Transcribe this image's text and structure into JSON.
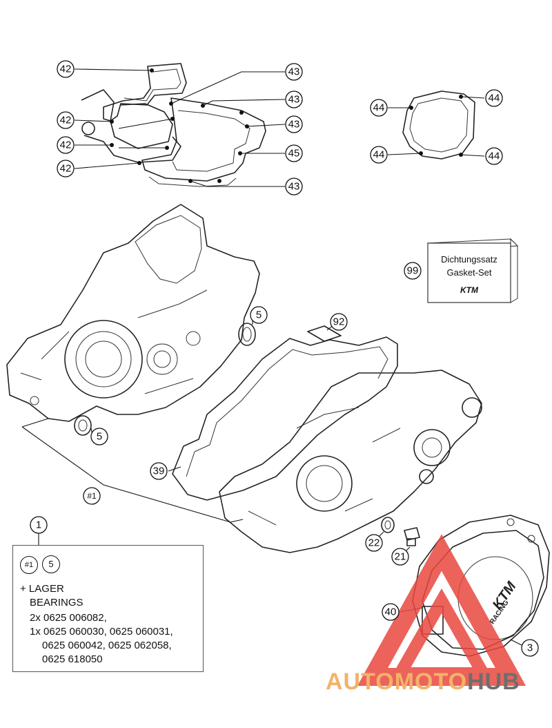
{
  "callouts": {
    "c42a": "42",
    "c42b": "42",
    "c42c": "42",
    "c42d": "42",
    "c43a": "43",
    "c43b": "43",
    "c43c": "43",
    "c43d": "43",
    "c45": "45",
    "c44a": "44",
    "c44b": "44",
    "c44c": "44",
    "c44d": "44",
    "c99": "99",
    "c5a": "5",
    "c5b": "5",
    "c92": "92",
    "c39": "39",
    "c1h": "#1",
    "c22": "22",
    "c21": "21",
    "c40": "40",
    "c3": "3"
  },
  "gasket_set": {
    "line1": "Dichtungssatz",
    "line2": "Gasket-Set",
    "brand": "KTM"
  },
  "cover_lettering": {
    "brand": "KTM",
    "sub": "RACING"
  },
  "legend": {
    "number": "1",
    "badge1": "#1",
    "badge2": "5",
    "line1": "+ LAGER",
    "line2": "BEARINGS",
    "line3": "2x 0625 006082,",
    "line4": "1x 0625 060030, 0625 060031,",
    "line5": "0625 060042, 0625 062058,",
    "line6": "0625 618050"
  },
  "watermark": {
    "part1": "AUTOMOTO",
    "part2": "HUB"
  },
  "colors": {
    "ink": "#111111",
    "watermark_triangle": "#e8483f",
    "watermark_orange": "#f3b26a",
    "watermark_gray": "#6e6e6e"
  }
}
